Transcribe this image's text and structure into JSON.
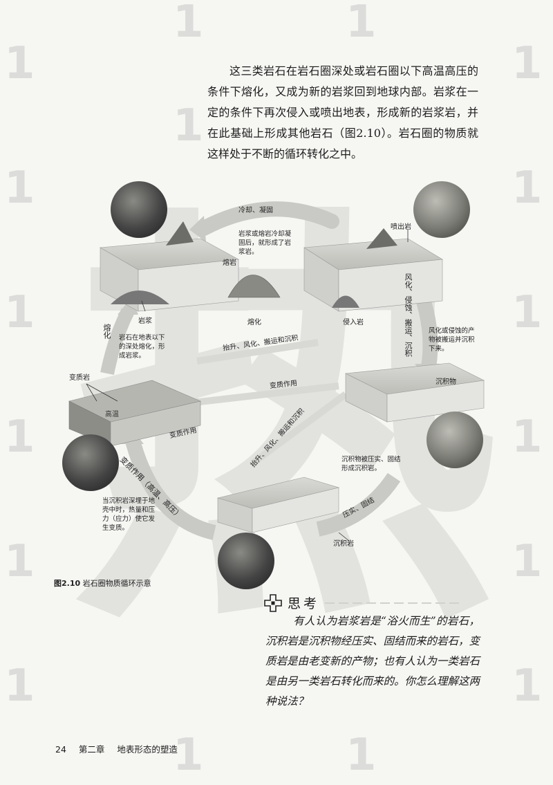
{
  "intro_paragraph": "这三类岩石在岩石圈深处或岩石圈以下高温高压的条件下熔化，又成为新的岩浆回到地球内部。岩浆在一定的条件下再次侵入或喷出地表，形成新的岩浆岩，并在此基础上形成其他岩石（图2.10）。岩石圈的物质就这样处于不断的循环转化之中。",
  "diagram": {
    "arrow_cooling": "冷却、凝固",
    "note_magma_cooling": "岩浆或熔岩冷却凝固后，就形成了岩浆岩。",
    "label_lava": "熔岩",
    "label_magma": "岩浆",
    "label_melting": "熔化",
    "label_intrusive": "侵入岩",
    "label_extrusive": "喷出岩",
    "arrow_weathering": "风化、侵蚀、搬运、沉积",
    "note_weathering": "风化或侵蚀的产物被搬运并沉积下来。",
    "label_sediment": "沉积物",
    "arrow_melt_left": "熔化",
    "note_melt_left": "岩石在地表以下的深处熔化，形成岩浆。",
    "arrow_uplift_top": "抬升、风化、搬运和沉积",
    "arrow_metamorphism_mid": "变质作用",
    "arrow_uplift_diag": "抬升、风化、搬运和沉积",
    "label_metamorphic": "变质岩",
    "label_high_temp": "高温",
    "arrow_metamorphism_small": "变质作用",
    "arrow_metamorphism_left": "变质作用（高温、高压）",
    "note_metamorphism": "当沉积岩深埋于地壳中时，热量和压力（应力）使它发生变质。",
    "note_compaction": "沉积物被压实、固结形成沉积岩。",
    "arrow_compaction": "压实、固结",
    "label_sedimentary": "沉积岩"
  },
  "caption": {
    "number": "图2.10",
    "text": "岩石圈物质循环示意"
  },
  "think": {
    "title": "思考",
    "body": "有人认为岩浆岩是“浴火而生”的岩石，沉积岩是沉积物经压实、固结而来的岩石，变质岩是由老变新的产物；也有人认为一类岩石是由另一类岩石转化而来的。你怎么理解这两种说法？"
  },
  "footer": {
    "page_number": "24",
    "chapter": "第二章",
    "chapter_title": "地表形态的塑造"
  },
  "watermark": {
    "digit": "1",
    "character": "热"
  }
}
